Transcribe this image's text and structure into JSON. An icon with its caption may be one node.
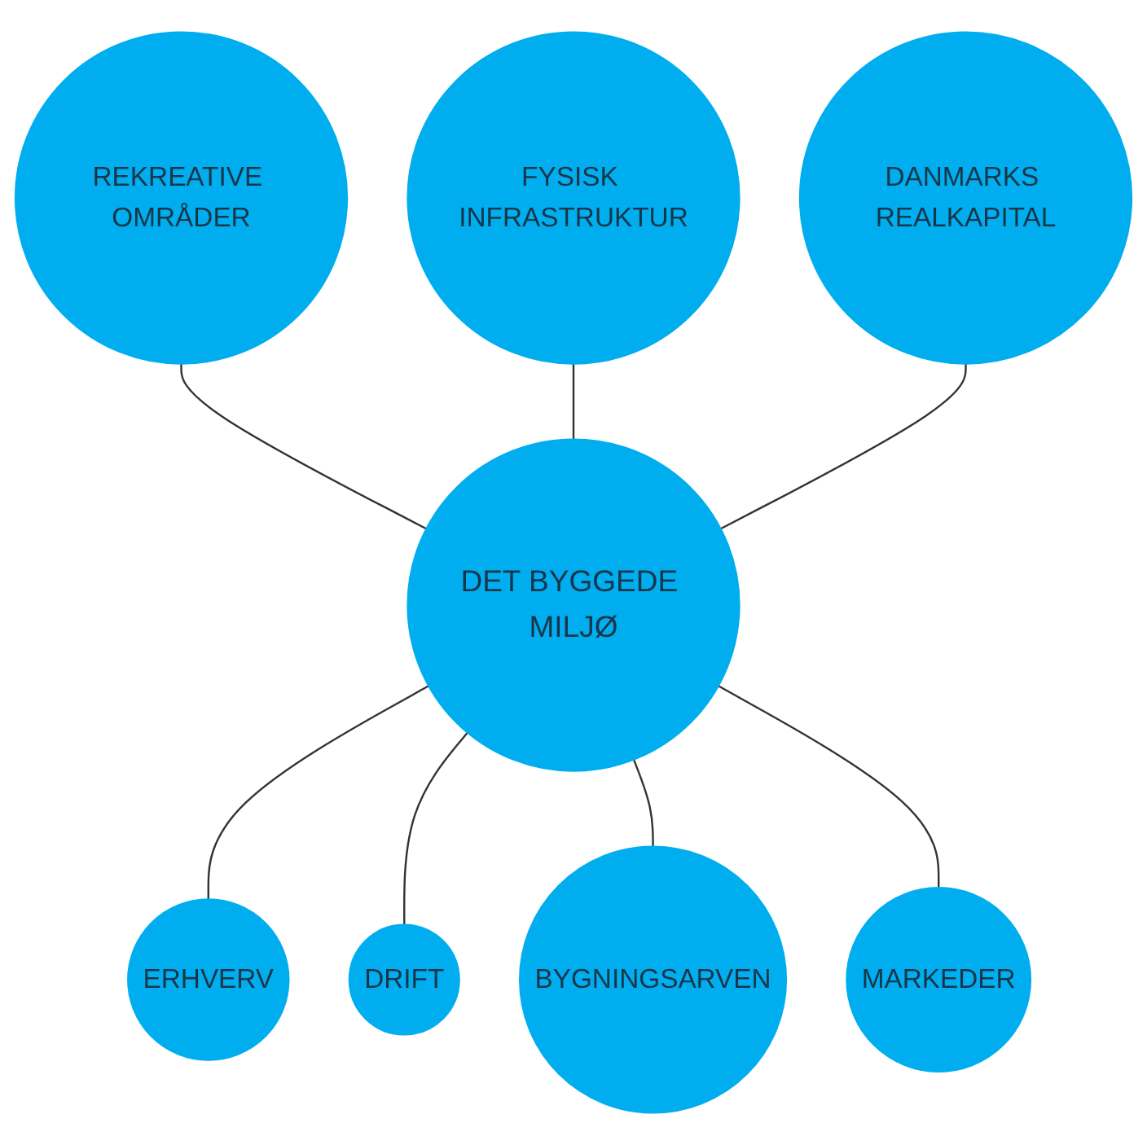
{
  "diagram": {
    "nodes": [
      {
        "text": [
          "FYSISK INFRASTRUKTUR"
        ]
      },
      {
        "text": [
          "REKREATIVE OMRÅDER"
        ]
      },
      {
        "text": [
          "DANMARKS REALKAPITAL"
        ]
      },
      {
        "text": [
          "DET BYGGEDE MILJØ"
        ]
      },
      {
        "text": [
          "ERHVERV"
        ]
      },
      {
        "text": [
          "MARKEDER"
        ]
      },
      {
        "text": [
          "DRIFT"
        ]
      },
      {
        "text": [
          "BYGNINGSARVEN"
        ]
      }
    ],
    "edges": [
      {
        "from": 1,
        "to": 3,
        "arrow": "none"
      },
      {
        "from": 0,
        "to": 3,
        "arrow": "none"
      },
      {
        "from": 2,
        "to": 3,
        "arrow": "none"
      },
      {
        "from": 3,
        "to": 4,
        "arrow": "none"
      },
      {
        "from": 3,
        "to": 6,
        "arrow": "none"
      },
      {
        "from": 3,
        "to": 7,
        "arrow": "none"
      },
      {
        "from": 3,
        "to": 5,
        "arrow": "none"
      }
    ]
  }
}
